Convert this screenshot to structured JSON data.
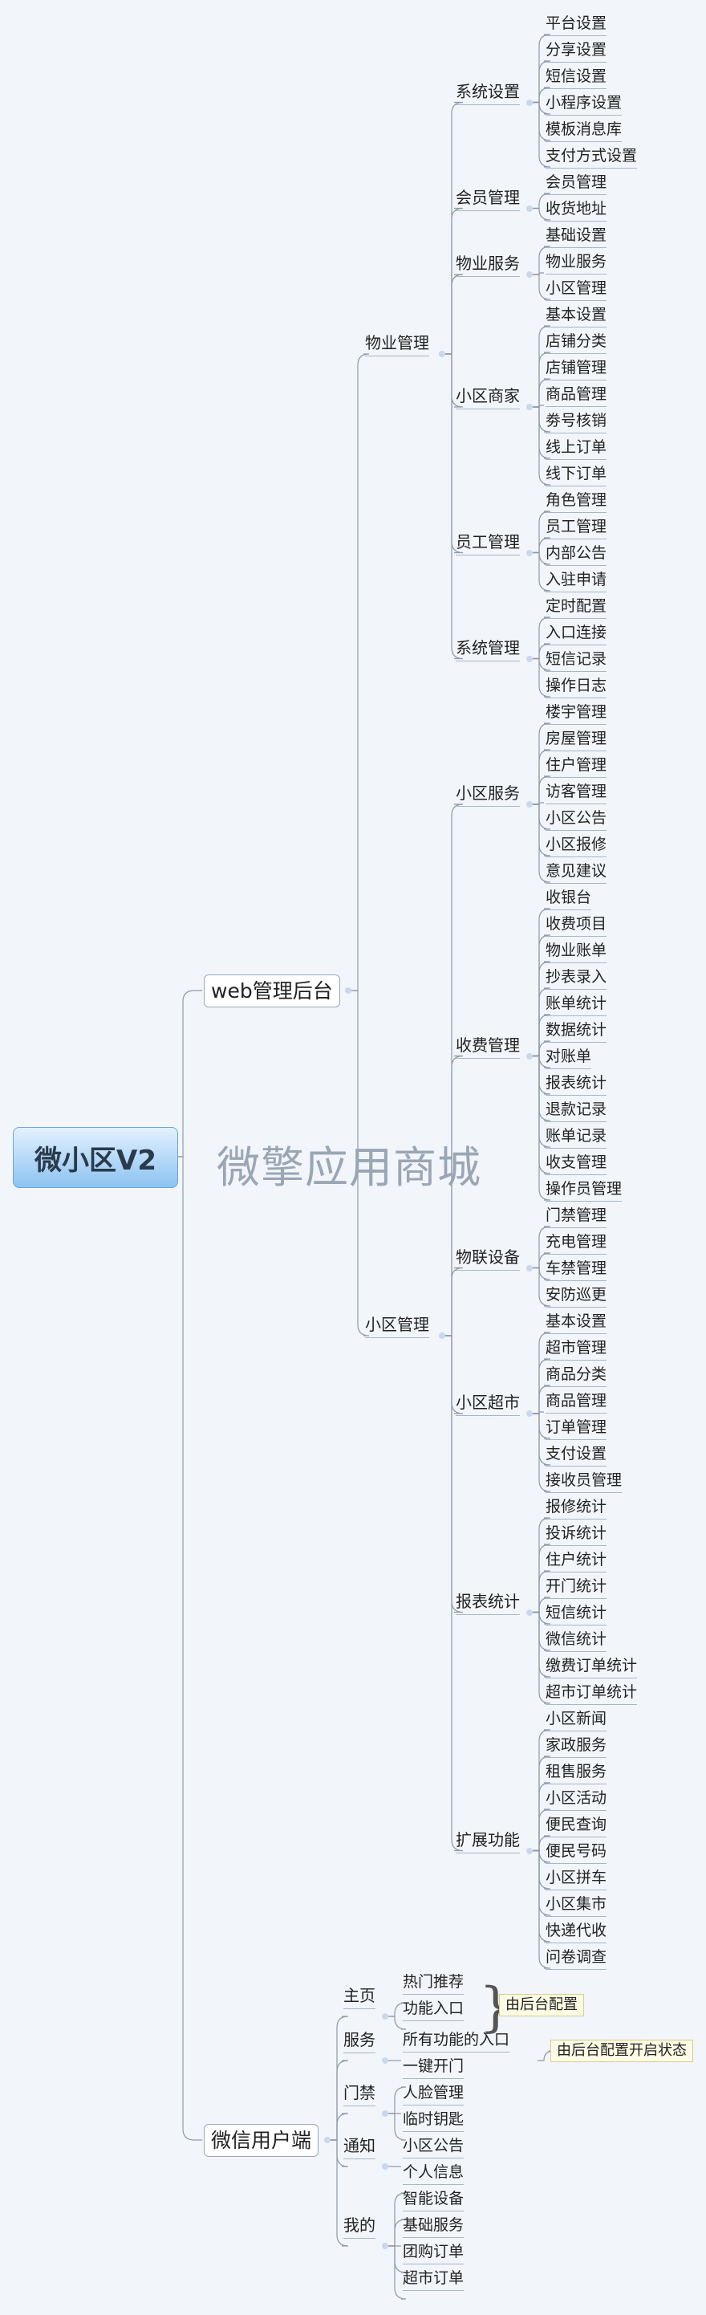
{
  "root": "微小区V2",
  "watermark": "微擎应用商城",
  "branches": {
    "web": {
      "label": "web管理后台",
      "wuye": {
        "label": "物业管理",
        "groups": [
          {
            "label": "系统设置",
            "items": [
              "平台设置",
              "分享设置",
              "短信设置",
              "小程序设置",
              "模板消息库",
              "支付方式设置"
            ]
          },
          {
            "label": "会员管理",
            "items": [
              "会员管理",
              "收货地址"
            ]
          },
          {
            "label": "物业服务",
            "items": [
              "基础设置",
              "物业服务",
              "小区管理"
            ]
          },
          {
            "label": "小区商家",
            "items": [
              "基本设置",
              "店铺分类",
              "店铺管理",
              "商品管理",
              "劵号核销",
              "线上订单",
              "线下订单"
            ]
          },
          {
            "label": "员工管理",
            "items": [
              "角色管理",
              "员工管理",
              "内部公告",
              "入驻申请"
            ]
          },
          {
            "label": "系统管理",
            "items": [
              "定时配置",
              "入口连接",
              "短信记录",
              "操作日志"
            ]
          }
        ]
      },
      "xiaoqu": {
        "label": "小区管理",
        "groups": [
          {
            "label": "小区服务",
            "items": [
              "楼宇管理",
              "房屋管理",
              "住户管理",
              "访客管理",
              "小区公告",
              "小区报修",
              "意见建议"
            ]
          },
          {
            "label": "收费管理",
            "items": [
              "收银台",
              "收费项目",
              "物业账单",
              "抄表录入",
              "账单统计",
              "数据统计",
              "对账单",
              "报表统计",
              "退款记录",
              "账单记录",
              "收支管理",
              "操作员管理"
            ]
          },
          {
            "label": "物联设备",
            "items": [
              "门禁管理",
              "充电管理",
              "车禁管理",
              "安防巡更"
            ]
          },
          {
            "label": "小区超市",
            "items": [
              "基本设置",
              "超市管理",
              "商品分类",
              "商品管理",
              "订单管理",
              "支付设置",
              "接收员管理"
            ]
          },
          {
            "label": "报表统计",
            "items": [
              "报修统计",
              "投诉统计",
              "住户统计",
              "开门统计",
              "短信统计",
              "微信统计",
              "缴费订单统计",
              "超市订单统计"
            ]
          },
          {
            "label": "扩展功能",
            "items": [
              "小区新闻",
              "家政服务",
              "租售服务",
              "小区活动",
              "便民查询",
              "便民号码",
              "小区拼车",
              "小区集市",
              "快递代收",
              "问卷调查"
            ]
          }
        ]
      }
    },
    "wechat": {
      "label": "微信用户端",
      "groups": [
        {
          "label": "主页",
          "items": [
            "热门推荐",
            "功能入口"
          ]
        },
        {
          "label": "服务",
          "items": [
            "所有功能的入口"
          ]
        },
        {
          "label": "门禁",
          "items": [
            "一键开门",
            "人脸管理",
            "临时钥匙"
          ]
        },
        {
          "label": "通知",
          "items": [
            "小区公告"
          ]
        },
        {
          "label": "我的",
          "items": [
            "个人信息",
            "智能设备",
            "基础服务",
            "团购订单",
            "超市订单"
          ]
        }
      ],
      "notes": [
        "由后台配置",
        "由后台配置开启状态"
      ]
    }
  }
}
